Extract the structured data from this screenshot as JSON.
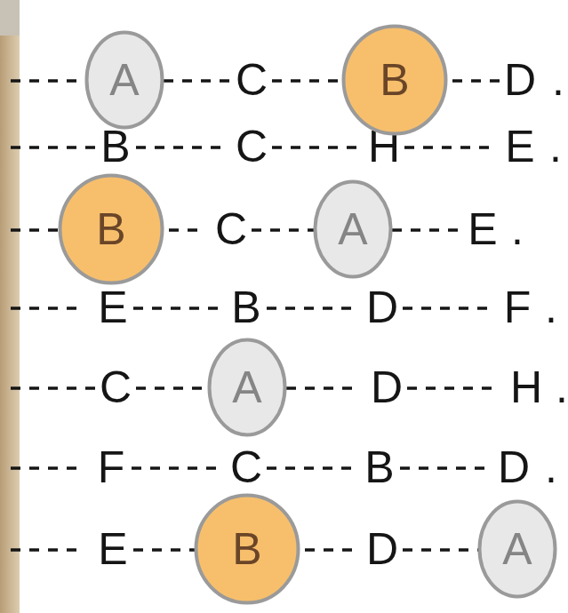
{
  "diagram": {
    "nodes": [
      {
        "text": [
          "A"
        ]
      },
      {
        "text": [
          "B"
        ]
      },
      {
        "text": [
          "B"
        ]
      },
      {
        "text": [
          "A"
        ]
      },
      {
        "text": [
          "A"
        ]
      },
      {
        "text": [
          "B"
        ]
      },
      {
        "text": [
          "A"
        ]
      }
    ],
    "labels": [
      "C",
      "D",
      ".",
      "B",
      "C",
      "H",
      "E",
      ".",
      "C",
      "E",
      ".",
      "E",
      "B",
      "D",
      "F",
      ".",
      "C",
      "D",
      "H",
      ".",
      "F",
      "C",
      "B",
      "D",
      ".",
      "E",
      "D"
    ]
  }
}
